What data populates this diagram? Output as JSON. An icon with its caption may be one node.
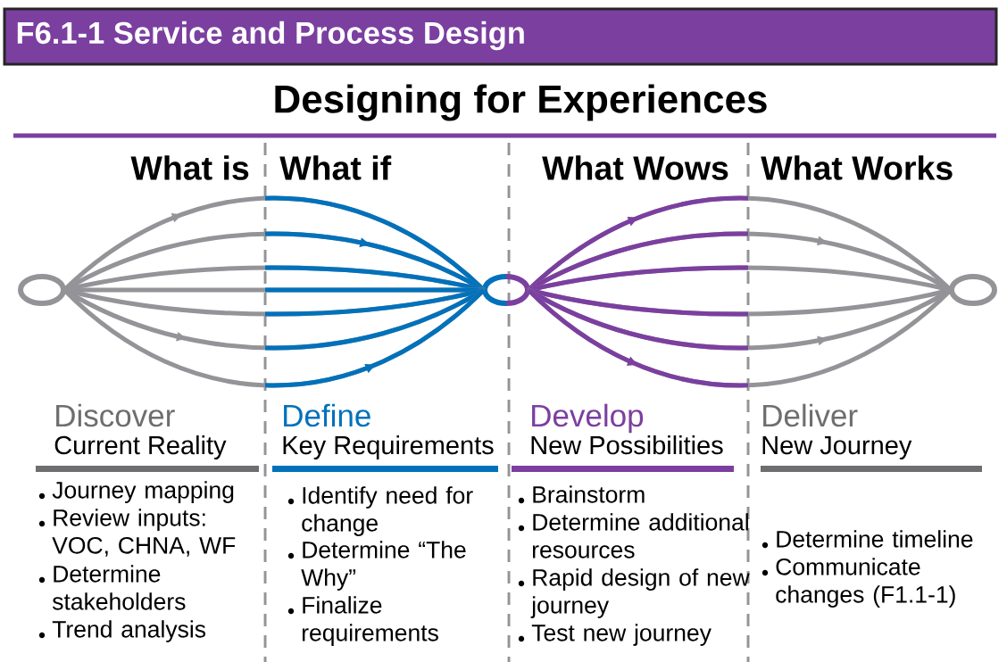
{
  "diagram": {
    "title": "F6.1-1 Service and Process Design",
    "labels": [
      "Designing for Experiences",
      "What is",
      "What if",
      "What Wows",
      "What Works",
      "Discover",
      "Current Reality",
      "Define",
      "Key Requirements",
      "Develop",
      "New Possibilities",
      "Deliver",
      "New Journey",
      "Journey mapping",
      "Review inputs: VOC, CHNA, WF",
      "Determine stakeholders",
      "Trend analysis",
      "Identify need for change",
      "Determine “The Why”",
      "Finalize requirements",
      "Brainstorm",
      "Determine additional resources",
      "Rapid design of new journey",
      "Test new journey",
      "Determine timeline",
      "Communicate changes (F1.1-1)"
    ]
  }
}
